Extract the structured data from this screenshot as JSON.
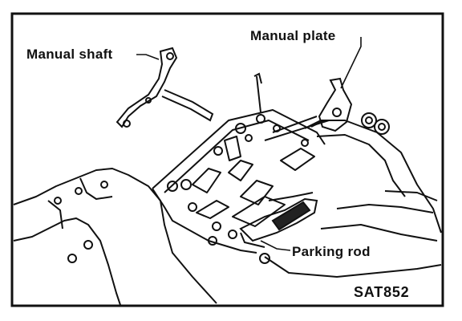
{
  "labels": {
    "manual_shaft": "Manual shaft",
    "manual_plate": "Manual plate",
    "parking_rod": "Parking rod"
  },
  "figure_code": "SAT852",
  "colors": {
    "ink": "#111111",
    "paper": "#ffffff"
  }
}
